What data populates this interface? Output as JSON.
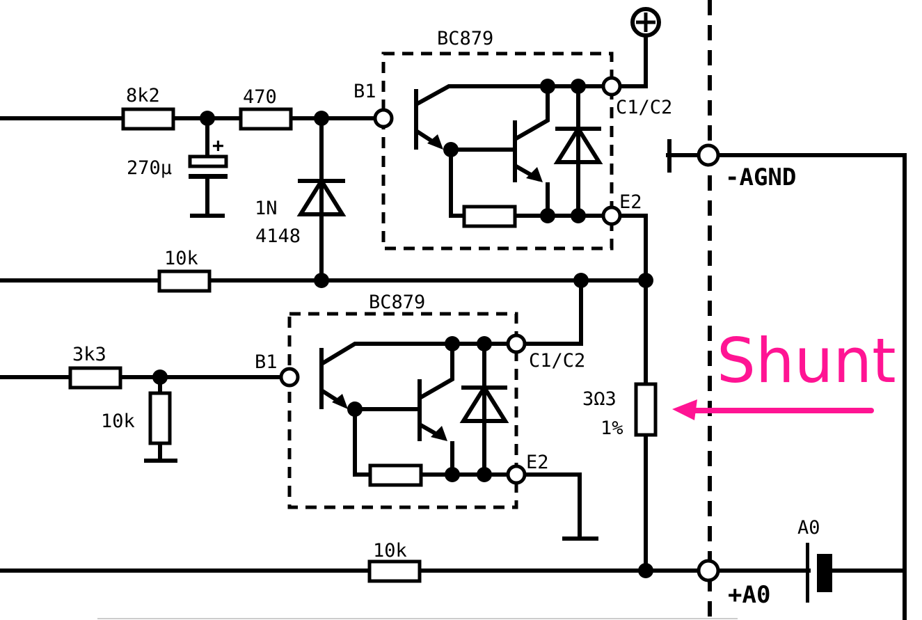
{
  "labels": {
    "r_8k2": "8k2",
    "r_470": "470",
    "cap": "270µ",
    "cap_plus": "+",
    "diode_1": "1N",
    "diode_2": "4148",
    "r_10k_top": "10k",
    "r_3k3": "3k3",
    "r_10k_left": "10k",
    "r_10k_bottom": "10k",
    "ic_top": "BC879",
    "ic_bottom": "BC879",
    "pin_b1_top": "B1",
    "pin_c1c2_top": "C1/C2",
    "pin_e2_top": "E2",
    "pin_b1_bottom": "B1",
    "pin_c1c2_bottom": "C1/C2",
    "pin_e2_bottom": "E2",
    "shunt_value": "3Ω3",
    "shunt_tol": "1%",
    "agnd": "-AGND",
    "a0_top": "A0",
    "a0_bottom": "+A0",
    "shunt_annotation": "Shunt"
  },
  "colors": {
    "annotation": "#ff1493",
    "wire": "#000000"
  }
}
